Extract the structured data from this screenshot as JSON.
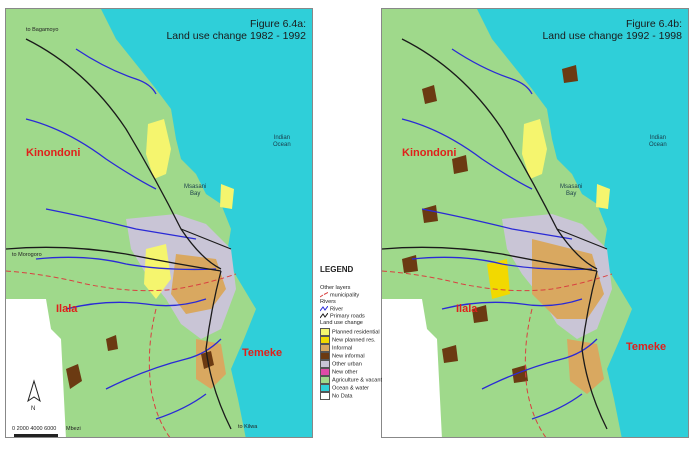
{
  "maps": [
    {
      "title_line1": "Figure 6.4a:",
      "title_line2": "Land use change 1982 - 1992"
    },
    {
      "title_line1": "Figure 6.4b:",
      "title_line2": "Land use change 1992 - 1998"
    }
  ],
  "place_labels": {
    "kinondoni": "Kinondoni",
    "ilala": "Ilala",
    "temeke": "Temeke",
    "indian_ocean_1": "Indian",
    "indian_ocean_2": "Ocean",
    "msasani_1": "Msasani",
    "msasani_2": "Bay",
    "bagamoyo": "to Bagamoyo",
    "morogoro": "to Morogoro",
    "kilwa": "to Kilwa",
    "mbezi": "Mbezi"
  },
  "north_label": "N",
  "scale_label": "0   2000 4000 6000",
  "legend": {
    "title": "LEGEND",
    "other_layers": "Other layers",
    "municipality": "municipality",
    "rivers": "Rivers",
    "river": "River",
    "primary_roads": "Primary roads",
    "land_use_change": "Land use change",
    "items": [
      {
        "label": "Planned residential",
        "color": "#f5f56e"
      },
      {
        "label": "New planned res.",
        "color": "#f2d900"
      },
      {
        "label": "Informal",
        "color": "#d9a860"
      },
      {
        "label": "New informal",
        "color": "#6b3a12"
      },
      {
        "label": "Other urban",
        "color": "#c9c5d6"
      },
      {
        "label": "New other",
        "color": "#e04aa8"
      },
      {
        "label": "Agriculture & vacant",
        "color": "#9fd98b"
      },
      {
        "label": "Ocean & water",
        "color": "#2fcfd9"
      },
      {
        "label": "No Data",
        "color": "#ffffff"
      }
    ]
  },
  "colors": {
    "ocean": "#2fcfd9",
    "land": "#9fd98b",
    "river": "#2a2ad6",
    "road": "#1a1a1a",
    "municipality": "#d94040",
    "district_label": "#e0201b"
  }
}
